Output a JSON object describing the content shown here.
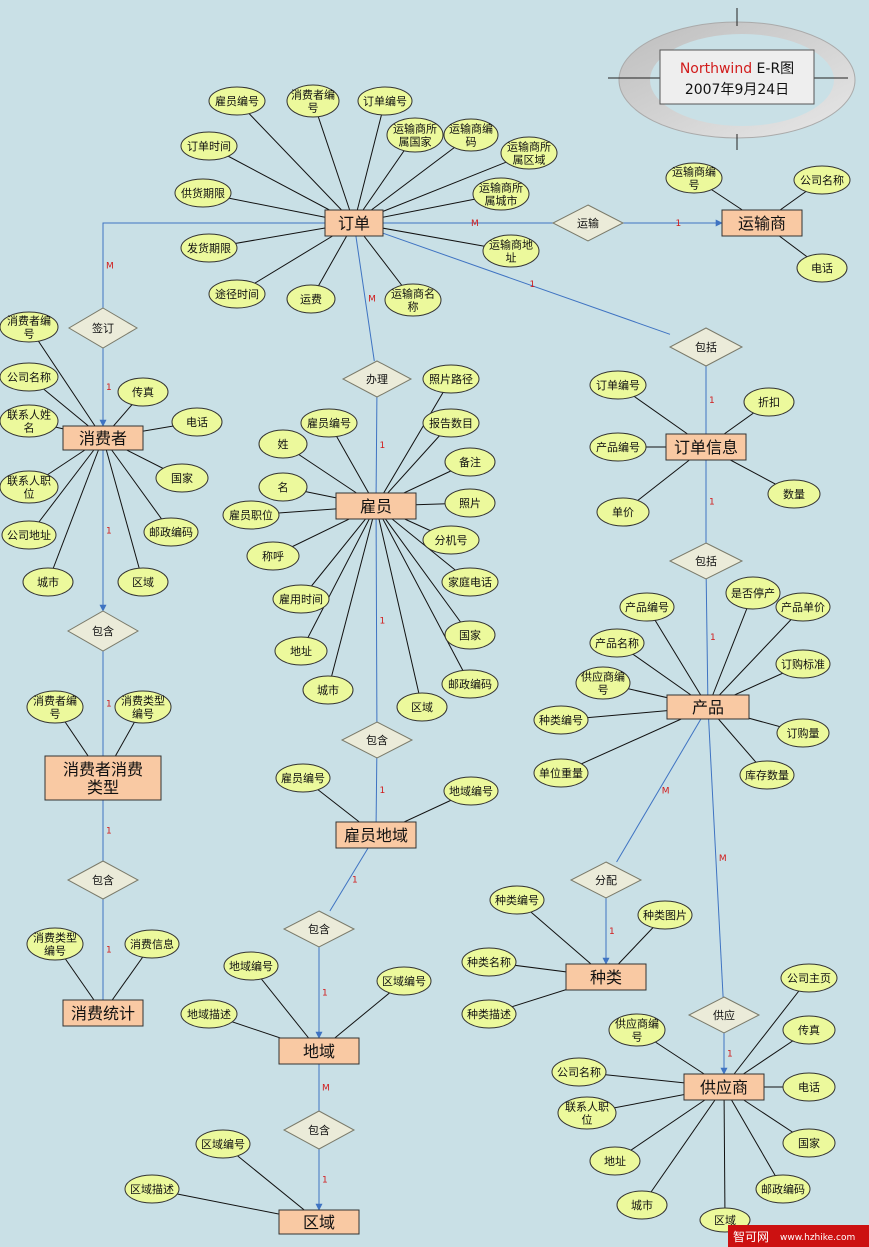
{
  "title": {
    "name": "Northwind",
    "suffix": " E-R图",
    "date": "2007年9月24日"
  },
  "watermark": {
    "site": "智可网",
    "url": "www.hzhike.com"
  },
  "entities": [
    {
      "id": "order",
      "label": "订单"
    },
    {
      "id": "shipper",
      "label": "运输商"
    },
    {
      "id": "customer",
      "label": "消费者"
    },
    {
      "id": "employee",
      "label": "雇员"
    },
    {
      "id": "orderdetail",
      "label": "订单信息"
    },
    {
      "id": "product",
      "label": "产品"
    },
    {
      "id": "custdemo",
      "label": "消费者消费类型"
    },
    {
      "id": "emp_territory",
      "label": "雇员地域"
    },
    {
      "id": "custstat",
      "label": "消费统计"
    },
    {
      "id": "territory",
      "label": "地域"
    },
    {
      "id": "category",
      "label": "种类"
    },
    {
      "id": "supplier",
      "label": "供应商"
    },
    {
      "id": "region",
      "label": "区域"
    }
  ],
  "relations": [
    {
      "id": "r_ship",
      "label": "运输"
    },
    {
      "id": "r_sign",
      "label": "签订"
    },
    {
      "id": "r_handle",
      "label": "办理"
    },
    {
      "id": "r_incl_od",
      "label": "包括"
    },
    {
      "id": "r_incl_prod",
      "label": "包括"
    },
    {
      "id": "r_cust_demo",
      "label": "包含"
    },
    {
      "id": "r_emp_ter",
      "label": "包含"
    },
    {
      "id": "r_demo_stat",
      "label": "包含"
    },
    {
      "id": "r_ter",
      "label": "包含"
    },
    {
      "id": "r_assign",
      "label": "分配"
    },
    {
      "id": "r_supply",
      "label": "供应"
    },
    {
      "id": "r_region",
      "label": "包含"
    }
  ],
  "attributes": [
    {
      "id": "a1",
      "label": "雇员编号"
    },
    {
      "id": "a2",
      "label": "消费者编号"
    },
    {
      "id": "a3",
      "label": "订单编号"
    },
    {
      "id": "a4",
      "label": "运输商所属国家"
    },
    {
      "id": "a5",
      "label": "运输商编码"
    },
    {
      "id": "a6",
      "label": "运输商所属区域"
    },
    {
      "id": "a7",
      "label": "订单时间"
    },
    {
      "id": "a8",
      "label": "运输商所属城市"
    },
    {
      "id": "a9",
      "label": "供货期限"
    },
    {
      "id": "a10",
      "label": "发货期限"
    },
    {
      "id": "a11",
      "label": "运输商地址"
    },
    {
      "id": "a12",
      "label": "途径时间"
    },
    {
      "id": "a13",
      "label": "运费"
    },
    {
      "id": "a14",
      "label": "运输商名称"
    },
    {
      "id": "s1",
      "label": "运输商编号"
    },
    {
      "id": "s2",
      "label": "公司名称"
    },
    {
      "id": "s3",
      "label": "电话"
    },
    {
      "id": "c1",
      "label": "消费者编号"
    },
    {
      "id": "c2",
      "label": "公司名称"
    },
    {
      "id": "c3",
      "label": "传真"
    },
    {
      "id": "c4",
      "label": "联系人姓名"
    },
    {
      "id": "c5",
      "label": "电话"
    },
    {
      "id": "c6",
      "label": "国家"
    },
    {
      "id": "c7",
      "label": "联系人职位"
    },
    {
      "id": "c8",
      "label": "邮政编码"
    },
    {
      "id": "c9",
      "label": "公司地址"
    },
    {
      "id": "c10",
      "label": "城市"
    },
    {
      "id": "c11",
      "label": "区域"
    },
    {
      "id": "e1",
      "label": "照片路径"
    },
    {
      "id": "e2",
      "label": "雇员编号"
    },
    {
      "id": "e3",
      "label": "报告数目"
    },
    {
      "id": "e4",
      "label": "姓"
    },
    {
      "id": "e5",
      "label": "备注"
    },
    {
      "id": "e6",
      "label": "名"
    },
    {
      "id": "e7",
      "label": "照片"
    },
    {
      "id": "e8",
      "label": "雇员职位"
    },
    {
      "id": "e9",
      "label": "分机号"
    },
    {
      "id": "e10",
      "label": "称呼"
    },
    {
      "id": "e11",
      "label": "家庭电话"
    },
    {
      "id": "e12",
      "label": "雇用时间"
    },
    {
      "id": "e13",
      "label": "国家"
    },
    {
      "id": "e14",
      "label": "地址"
    },
    {
      "id": "e15",
      "label": "邮政编码"
    },
    {
      "id": "e16",
      "label": "城市"
    },
    {
      "id": "e17",
      "label": "区域"
    },
    {
      "id": "o1",
      "label": "订单编号"
    },
    {
      "id": "o2",
      "label": "折扣"
    },
    {
      "id": "o3",
      "label": "产品编号"
    },
    {
      "id": "o4",
      "label": "数量"
    },
    {
      "id": "o5",
      "label": "单价"
    },
    {
      "id": "p1",
      "label": "产品编号"
    },
    {
      "id": "p2",
      "label": "是否停产"
    },
    {
      "id": "p3",
      "label": "产品单价"
    },
    {
      "id": "p4",
      "label": "产品名称"
    },
    {
      "id": "p5",
      "label": "订购标准"
    },
    {
      "id": "p6",
      "label": "供应商编号"
    },
    {
      "id": "p7",
      "label": "种类编号"
    },
    {
      "id": "p8",
      "label": "订购量"
    },
    {
      "id": "p9",
      "label": "单位重量"
    },
    {
      "id": "p10",
      "label": "库存数量"
    },
    {
      "id": "d1",
      "label": "消费者编号"
    },
    {
      "id": "d2",
      "label": "消费类型编号"
    },
    {
      "id": "t1",
      "label": "雇员编号"
    },
    {
      "id": "t2",
      "label": "地域编号"
    },
    {
      "id": "k1",
      "label": "消费类型编号"
    },
    {
      "id": "k2",
      "label": "消费信息"
    },
    {
      "id": "g1",
      "label": "种类编号"
    },
    {
      "id": "g2",
      "label": "种类图片"
    },
    {
      "id": "g3",
      "label": "种类名称"
    },
    {
      "id": "g4",
      "label": "种类描述"
    },
    {
      "id": "y1",
      "label": "地域编号"
    },
    {
      "id": "y2",
      "label": "区域编号"
    },
    {
      "id": "y3",
      "label": "地域描述"
    },
    {
      "id": "u1",
      "label": "公司主页"
    },
    {
      "id": "u2",
      "label": "供应商编号"
    },
    {
      "id": "u3",
      "label": "传真"
    },
    {
      "id": "u4",
      "label": "公司名称"
    },
    {
      "id": "u5",
      "label": "电话"
    },
    {
      "id": "u6",
      "label": "联系人职位"
    },
    {
      "id": "u7",
      "label": "国家"
    },
    {
      "id": "u8",
      "label": "地址"
    },
    {
      "id": "u9",
      "label": "邮政编码"
    },
    {
      "id": "u10",
      "label": "城市"
    },
    {
      "id": "u11",
      "label": "区域"
    },
    {
      "id": "q1",
      "label": "区域编号"
    },
    {
      "id": "q2",
      "label": "区域描述"
    }
  ],
  "edges": [
    {
      "a": "a1",
      "b": "order"
    },
    {
      "a": "a2",
      "b": "order"
    },
    {
      "a": "a3",
      "b": "order"
    },
    {
      "a": "a4",
      "b": "order"
    },
    {
      "a": "a5",
      "b": "order"
    },
    {
      "a": "a6",
      "b": "order"
    },
    {
      "a": "a7",
      "b": "order"
    },
    {
      "a": "a8",
      "b": "order"
    },
    {
      "a": "a9",
      "b": "order"
    },
    {
      "a": "a10",
      "b": "order"
    },
    {
      "a": "a11",
      "b": "order"
    },
    {
      "a": "a12",
      "b": "order"
    },
    {
      "a": "a13",
      "b": "order"
    },
    {
      "a": "a14",
      "b": "order"
    },
    {
      "a": "s1",
      "b": "shipper"
    },
    {
      "a": "s2",
      "b": "shipper"
    },
    {
      "a": "s3",
      "b": "shipper"
    },
    {
      "a": "c1",
      "b": "customer"
    },
    {
      "a": "c2",
      "b": "customer"
    },
    {
      "a": "c3",
      "b": "customer"
    },
    {
      "a": "c4",
      "b": "customer"
    },
    {
      "a": "c5",
      "b": "customer"
    },
    {
      "a": "c6",
      "b": "customer"
    },
    {
      "a": "c7",
      "b": "customer"
    },
    {
      "a": "c8",
      "b": "customer"
    },
    {
      "a": "c9",
      "b": "customer"
    },
    {
      "a": "c10",
      "b": "customer"
    },
    {
      "a": "c11",
      "b": "customer"
    },
    {
      "a": "e1",
      "b": "employee"
    },
    {
      "a": "e2",
      "b": "employee"
    },
    {
      "a": "e3",
      "b": "employee"
    },
    {
      "a": "e4",
      "b": "employee"
    },
    {
      "a": "e5",
      "b": "employee"
    },
    {
      "a": "e6",
      "b": "employee"
    },
    {
      "a": "e7",
      "b": "employee"
    },
    {
      "a": "e8",
      "b": "employee"
    },
    {
      "a": "e9",
      "b": "employee"
    },
    {
      "a": "e10",
      "b": "employee"
    },
    {
      "a": "e11",
      "b": "employee"
    },
    {
      "a": "e12",
      "b": "employee"
    },
    {
      "a": "e13",
      "b": "employee"
    },
    {
      "a": "e14",
      "b": "employee"
    },
    {
      "a": "e15",
      "b": "employee"
    },
    {
      "a": "e16",
      "b": "employee"
    },
    {
      "a": "e17",
      "b": "employee"
    },
    {
      "a": "o1",
      "b": "orderdetail"
    },
    {
      "a": "o2",
      "b": "orderdetail"
    },
    {
      "a": "o3",
      "b": "orderdetail"
    },
    {
      "a": "o4",
      "b": "orderdetail"
    },
    {
      "a": "o5",
      "b": "orderdetail"
    },
    {
      "a": "p1",
      "b": "product"
    },
    {
      "a": "p2",
      "b": "product"
    },
    {
      "a": "p3",
      "b": "product"
    },
    {
      "a": "p4",
      "b": "product"
    },
    {
      "a": "p5",
      "b": "product"
    },
    {
      "a": "p6",
      "b": "product"
    },
    {
      "a": "p7",
      "b": "product"
    },
    {
      "a": "p8",
      "b": "product"
    },
    {
      "a": "p9",
      "b": "product"
    },
    {
      "a": "p10",
      "b": "product"
    },
    {
      "a": "d1",
      "b": "custdemo"
    },
    {
      "a": "d2",
      "b": "custdemo"
    },
    {
      "a": "t1",
      "b": "emp_territory"
    },
    {
      "a": "t2",
      "b": "emp_territory"
    },
    {
      "a": "k1",
      "b": "custstat"
    },
    {
      "a": "k2",
      "b": "custstat"
    },
    {
      "a": "g1",
      "b": "category"
    },
    {
      "a": "g2",
      "b": "category"
    },
    {
      "a": "g3",
      "b": "category"
    },
    {
      "a": "g4",
      "b": "category"
    },
    {
      "a": "y1",
      "b": "territory"
    },
    {
      "a": "y2",
      "b": "territory"
    },
    {
      "a": "y3",
      "b": "territory"
    },
    {
      "a": "u1",
      "b": "supplier"
    },
    {
      "a": "u2",
      "b": "supplier"
    },
    {
      "a": "u3",
      "b": "supplier"
    },
    {
      "a": "u4",
      "b": "supplier"
    },
    {
      "a": "u5",
      "b": "supplier"
    },
    {
      "a": "u6",
      "b": "supplier"
    },
    {
      "a": "u7",
      "b": "supplier"
    },
    {
      "a": "u8",
      "b": "supplier"
    },
    {
      "a": "u9",
      "b": "supplier"
    },
    {
      "a": "u10",
      "b": "supplier"
    },
    {
      "a": "u11",
      "b": "supplier"
    },
    {
      "a": "q1",
      "b": "region"
    },
    {
      "a": "q2",
      "b": "region"
    }
  ],
  "rel_edges": [
    {
      "a": "order",
      "b": "r_ship",
      "card": "M"
    },
    {
      "a": "r_ship",
      "b": "shipper",
      "card": "1",
      "arrow": true
    },
    {
      "a": "order",
      "b": "r_sign",
      "card": "M"
    },
    {
      "a": "r_sign",
      "b": "customer",
      "card": "1",
      "arrow": true
    },
    {
      "a": "order",
      "b": "r_handle",
      "card": "M"
    },
    {
      "a": "r_handle",
      "b": "employee",
      "card": "1"
    },
    {
      "a": "order",
      "b": "r_incl_od",
      "card": "1"
    },
    {
      "a": "r_incl_od",
      "b": "orderdetail",
      "card": "1"
    },
    {
      "a": "orderdetail",
      "b": "r_incl_prod",
      "card": "1"
    },
    {
      "a": "r_incl_prod",
      "b": "product",
      "card": "1"
    },
    {
      "a": "customer",
      "b": "r_cust_demo",
      "card": "1",
      "arrow": true
    },
    {
      "a": "r_cust_demo",
      "b": "custdemo",
      "card": "1"
    },
    {
      "a": "employee",
      "b": "r_emp_ter",
      "card": "1"
    },
    {
      "a": "r_emp_ter",
      "b": "emp_territory",
      "card": "1"
    },
    {
      "a": "custdemo",
      "b": "r_demo_stat",
      "card": "1"
    },
    {
      "a": "r_demo_stat",
      "b": "custstat",
      "card": "1"
    },
    {
      "a": "emp_territory",
      "b": "r_ter",
      "card": "1"
    },
    {
      "a": "r_ter",
      "b": "territory",
      "card": "1",
      "arrow": true
    },
    {
      "a": "product",
      "b": "r_assign",
      "card": "M"
    },
    {
      "a": "r_assign",
      "b": "category",
      "card": "1",
      "arrow": true
    },
    {
      "a": "product",
      "b": "r_supply",
      "card": "M"
    },
    {
      "a": "r_supply",
      "b": "supplier",
      "card": "1",
      "arrow": true
    },
    {
      "a": "territory",
      "b": "r_region",
      "card": "M"
    },
    {
      "a": "r_region",
      "b": "region",
      "card": "1",
      "arrow": true
    }
  ]
}
